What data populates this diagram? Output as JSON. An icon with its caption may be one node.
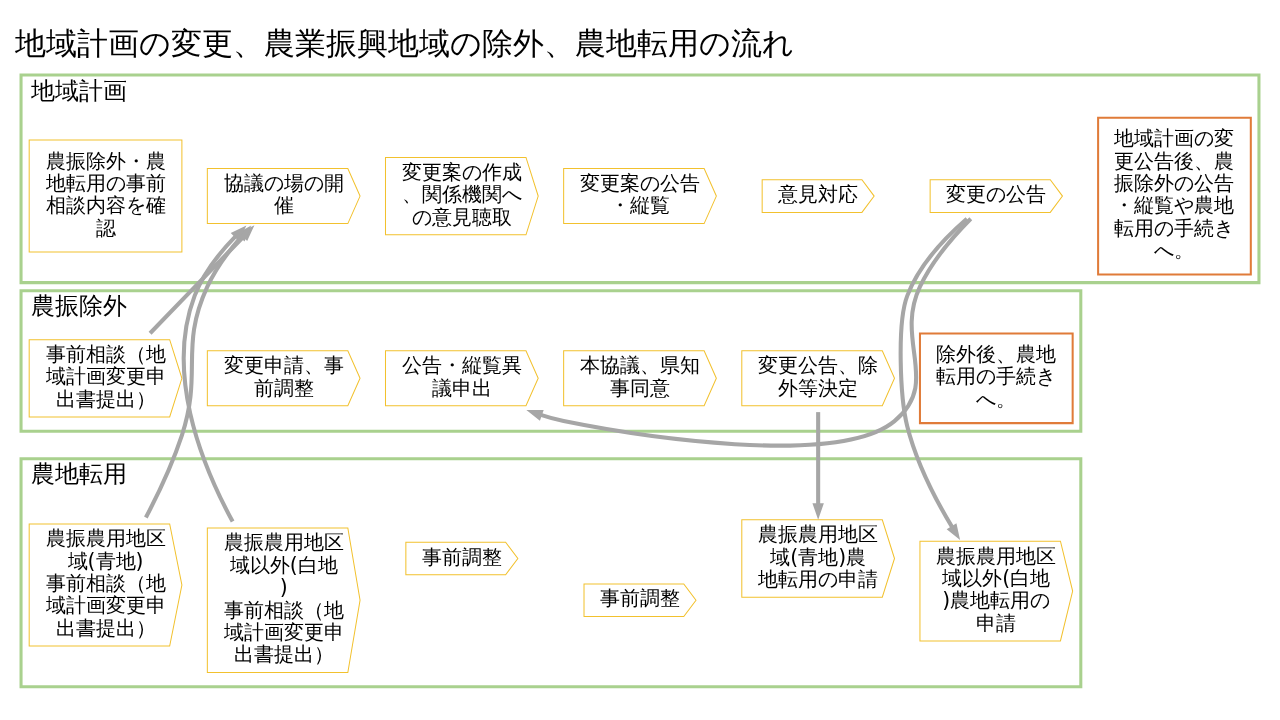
{
  "diagram": {
    "title": "地域計画の変更、農業振興地域の除外、農地転用の流れ",
    "nodes": [
      {
        "text": [
          "地域計画"
        ]
      },
      {
        "text": [
          "農振除外・農地転用の事前相談内容を確認"
        ],
        "in": 0
      },
      {
        "text": [
          "協議の場の開催"
        ],
        "in": 0
      },
      {
        "text": [
          "変更案の作成、関係機関への意見聴取"
        ],
        "in": 0
      },
      {
        "text": [
          "変更案の公告・縦覧"
        ],
        "in": 0
      },
      {
        "text": [
          "意見対応"
        ],
        "in": 0
      },
      {
        "text": [
          "変更の公告"
        ],
        "in": 0
      },
      {
        "text": [
          "地域計画の変更公告後、農振除外の公告・縦覧や農地転用の手続きへ。"
        ],
        "in": 0
      },
      {
        "text": [
          "農振除外"
        ]
      },
      {
        "text": [
          "事前相談（地域計画変更申出書提出）"
        ],
        "in": 8
      },
      {
        "text": [
          "変更申請、事前調整"
        ],
        "in": 8
      },
      {
        "text": [
          "公告・縦覧異議申出"
        ],
        "in": 8
      },
      {
        "text": [
          "本協議、県知事同意"
        ],
        "in": 8
      },
      {
        "text": [
          "変更公告、除外等決定"
        ],
        "in": 8
      },
      {
        "text": [
          "除外後、農地転用の手続きへ。"
        ],
        "in": 8
      },
      {
        "text": [
          "農地転用"
        ]
      },
      {
        "text": [
          "農振農用地区域(青地)",
          "事前相談（地域計画変更申出書提出）"
        ],
        "in": 15
      },
      {
        "text": [
          "農振農用地区域以外(白地)",
          "事前相談（地域計画変更申出書提出）"
        ],
        "in": 15
      },
      {
        "text": [
          "事前調整"
        ],
        "in": 15
      },
      {
        "text": [
          "事前調整"
        ],
        "in": 15
      },
      {
        "text": [
          "農振農用地区域(青地)農地転用の申請"
        ],
        "in": 15
      },
      {
        "text": [
          "農振農用地区域以外(白地)農地転用の申請"
        ],
        "in": 15
      }
    ],
    "edges": [
      {
        "from": 9,
        "to": 2,
        "arrow": "to"
      },
      {
        "from": 16,
        "to": 2,
        "arrow": "to"
      },
      {
        "from": 17,
        "to": 2,
        "arrow": "to"
      },
      {
        "from": 6,
        "to": 11,
        "arrow": "to"
      },
      {
        "from": 6,
        "to": 21,
        "arrow": "to"
      },
      {
        "from": 13,
        "to": 20,
        "arrow": "to"
      }
    ]
  }
}
